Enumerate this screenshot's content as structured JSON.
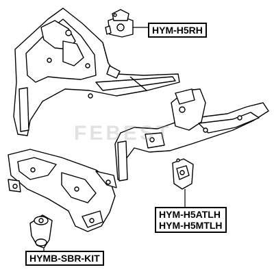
{
  "watermark": "FEBEST",
  "labels": {
    "rh": "HYM-H5RH",
    "left_line1": "HYM-H5ATLH",
    "left_line2": "HYM-H5MTLH",
    "kit": "HYMB-SBR-KIT"
  },
  "colors": {
    "line": "#000000",
    "background": "#ffffff"
  }
}
